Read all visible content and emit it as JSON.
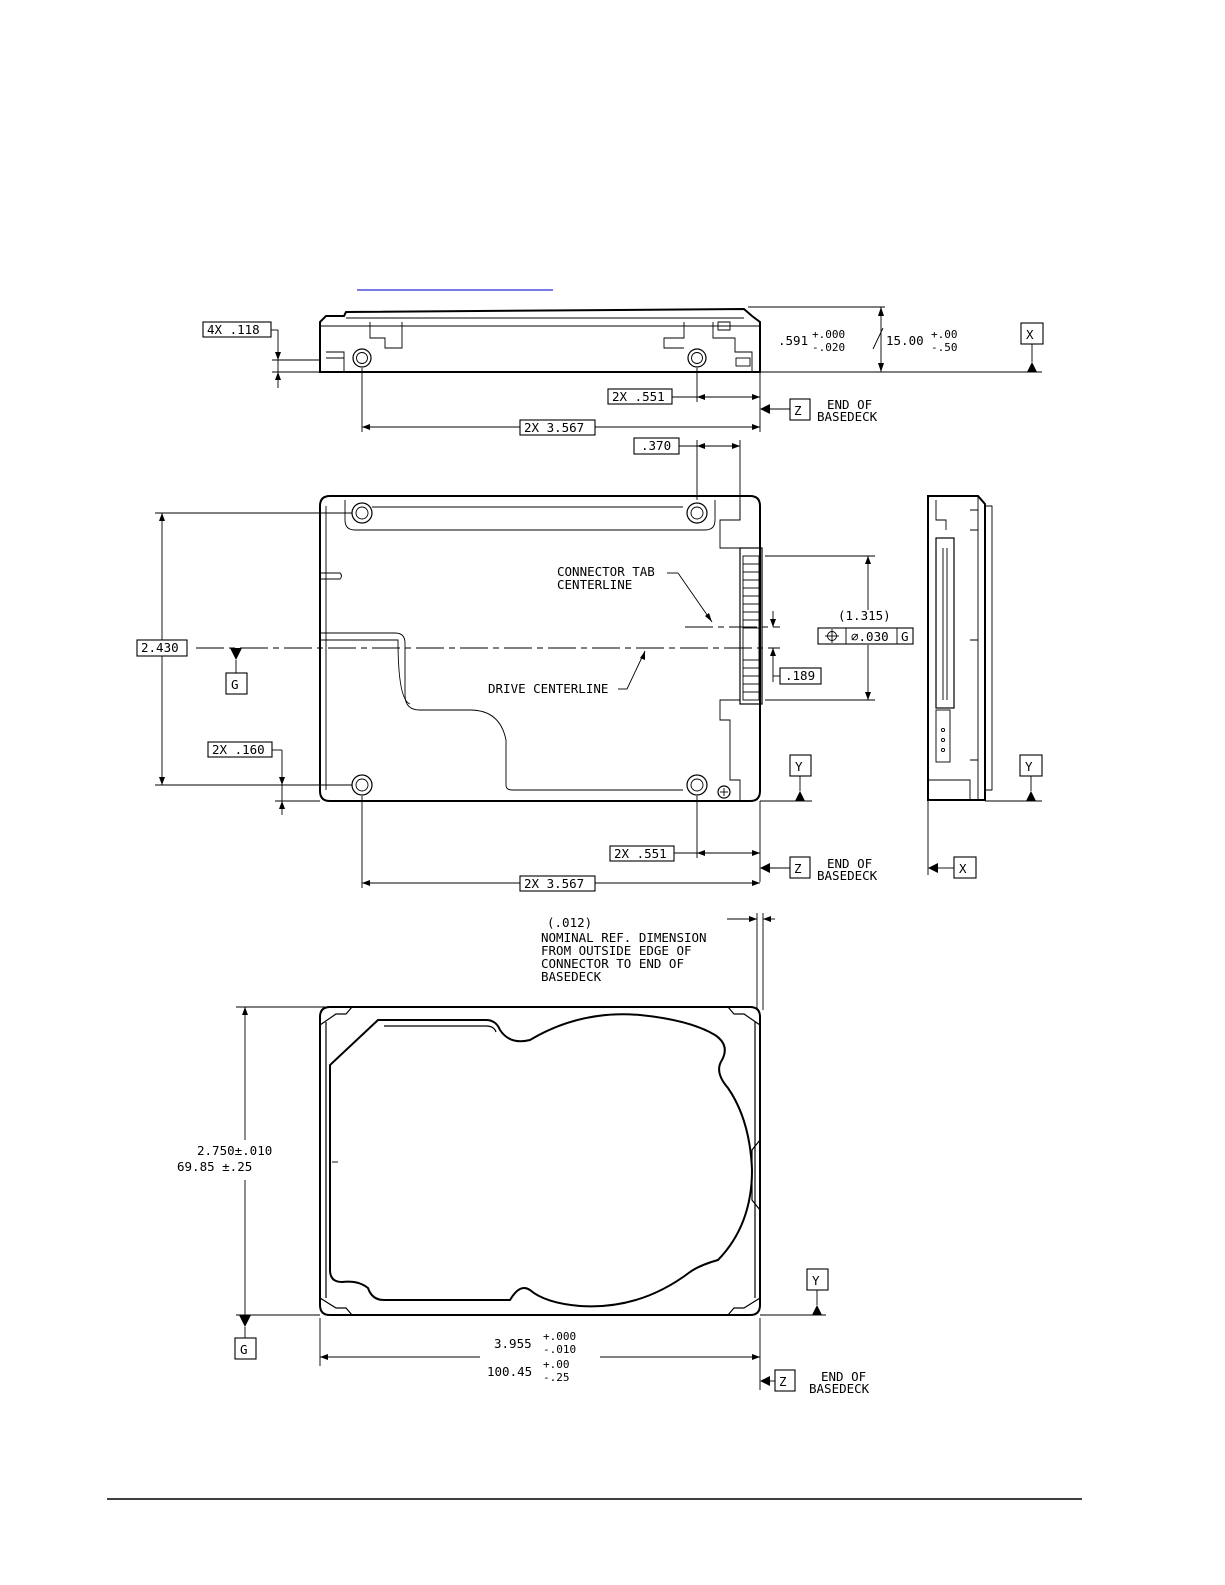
{
  "top_view": {
    "holes_dim": "4X .118",
    "height_in": ".591",
    "height_in_tol_plus": "+.000",
    "height_in_tol_minus": "-.020",
    "height_mm": "15.00",
    "height_mm_tol_plus": "+.00",
    "height_mm_tol_minus": "-.50",
    "datum_x": "X",
    "hole_offset": "2X .551",
    "hole_spacing": "2X 3.567",
    "datum_z": "Z",
    "end_label_1": "END OF",
    "end_label_2": "BASEDECK"
  },
  "bottom_view": {
    "dim_370": ".370",
    "connector_tab_1": "CONNECTOR TAB",
    "connector_tab_2": "CENTERLINE",
    "dim_1315": "(1.315)",
    "position_tol_symbol": "⌖",
    "position_tol_value": "⌀.030",
    "position_tol_datum": "G",
    "dim_189": ".189",
    "height_dim": "2.430",
    "datum_g": "G",
    "drive_centerline": "DRIVE CENTERLINE",
    "hole_edge": "2X .160",
    "datum_y": "Y",
    "hole_offset": "2X .551",
    "hole_spacing": "2X 3.567",
    "datum_z": "Z",
    "end_label_1": "END OF",
    "end_label_2": "BASEDECK"
  },
  "side_view": {
    "datum_y": "Y",
    "datum_x": "X"
  },
  "front_view": {
    "ref_dim": "(.012)",
    "note_1": "NOMINAL REF. DIMENSION",
    "note_2": "FROM OUTSIDE EDGE OF",
    "note_3": "CONNECTOR TO END OF",
    "note_4": "BASEDECK",
    "width_in": "2.750±.010",
    "width_mm": "69.85 ±.25",
    "datum_y": "Y",
    "datum_g": "G",
    "length_in": "3.955",
    "length_in_tol_plus": "+.000",
    "length_in_tol_minus": "-.010",
    "length_mm": "100.45",
    "length_mm_tol_plus": "+.00",
    "length_mm_tol_minus": "-.25",
    "datum_z": "Z",
    "end_label_1": "END OF",
    "end_label_2": "BASEDECK"
  }
}
